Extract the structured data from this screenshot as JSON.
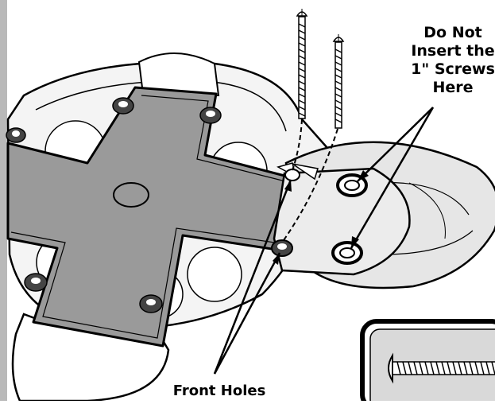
{
  "callouts": {
    "do_not_line1": "Do Not",
    "do_not_line2": "Insert the",
    "do_not_line3": "1\" Screws",
    "do_not_line4": "Here",
    "front_holes": "Front Holes"
  },
  "colors": {
    "background": "#ffffff",
    "ink": "#000000",
    "cross_fill": "#9a9a9a",
    "left_margin": "#b9b9b9",
    "housing_fill": "#f4f4f4",
    "dish_fill": "#e6e6e6"
  }
}
